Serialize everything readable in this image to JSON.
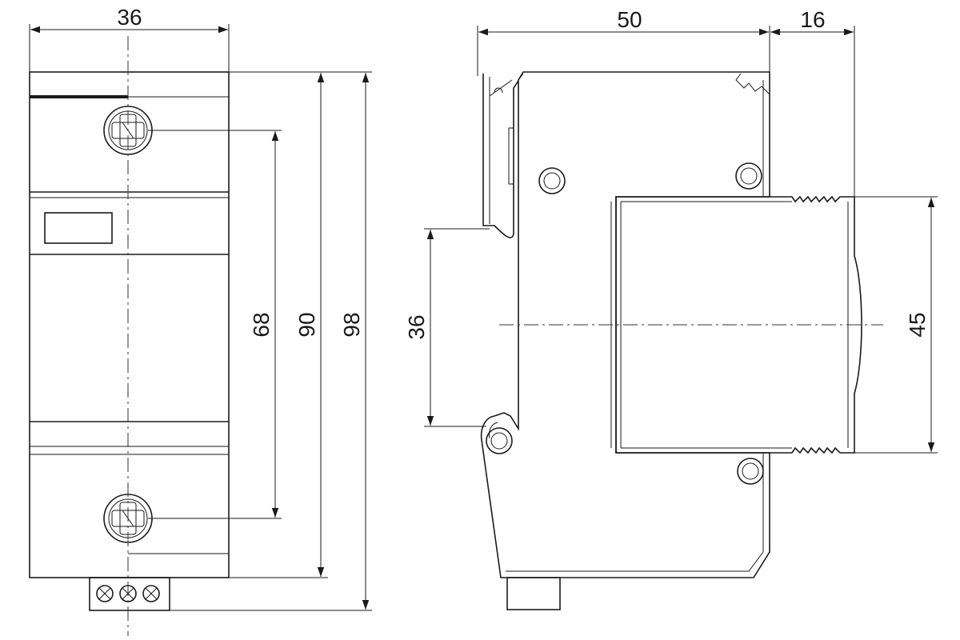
{
  "front_view": {
    "width_label": "36",
    "pitch_label": "68",
    "body_height_label": "90",
    "overall_height_label": "98"
  },
  "side_view": {
    "depth_label": "50",
    "extension_label": "16",
    "rail_label": "36",
    "module_label": "45"
  }
}
